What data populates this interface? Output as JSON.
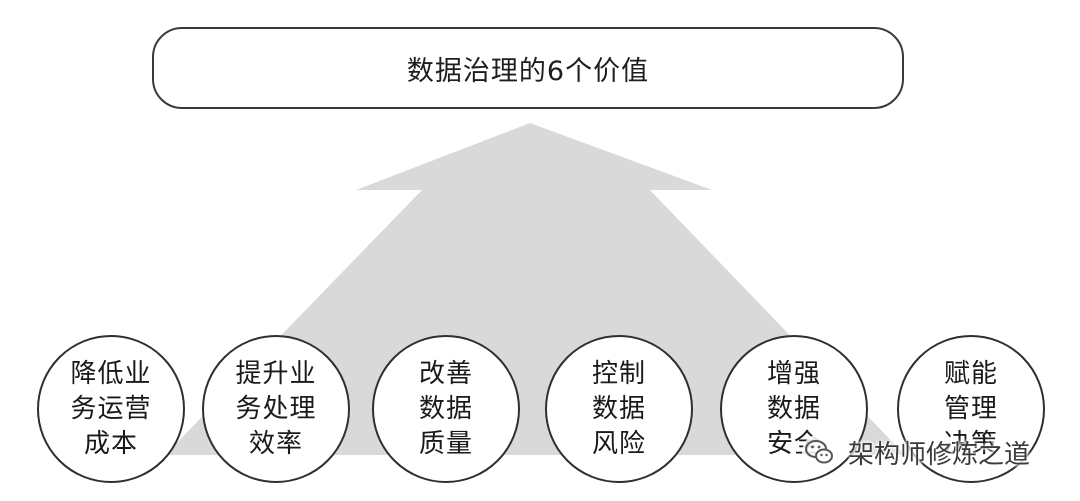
{
  "title": "数据治理的6个价值",
  "values": [
    {
      "lines": [
        "降低业",
        "务运营",
        "成本"
      ]
    },
    {
      "lines": [
        "提升业",
        "务处理",
        "效率"
      ]
    },
    {
      "lines": [
        "改善",
        "数据",
        "质量"
      ]
    },
    {
      "lines": [
        "控制",
        "数据",
        "风险"
      ]
    },
    {
      "lines": [
        "增强",
        "数据",
        "安全"
      ]
    },
    {
      "lines": [
        "赋能",
        "管理",
        "决策"
      ]
    }
  ],
  "watermark": {
    "text": "架构师修炼之道",
    "icon": "wechat-icon"
  },
  "colors": {
    "arrow_fill": "#d9d9d9",
    "outline": "#2f2f2f",
    "background": "#ffffff"
  }
}
